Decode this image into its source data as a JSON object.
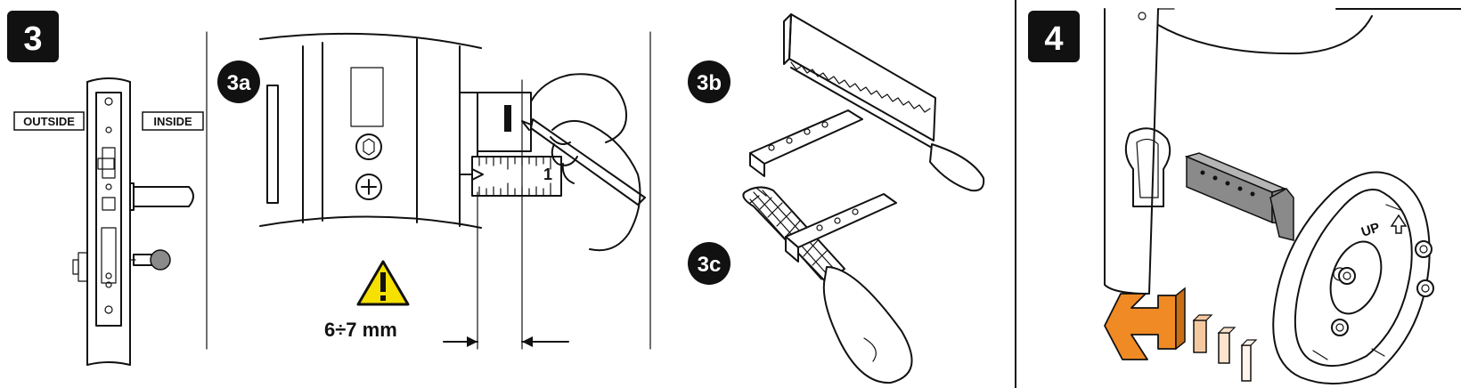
{
  "steps": {
    "step3": {
      "number": "3"
    },
    "step3a": {
      "label": "3a"
    },
    "step3b": {
      "label": "3b"
    },
    "step3c": {
      "label": "3c"
    },
    "step4": {
      "number": "4"
    }
  },
  "labels": {
    "outside": "OUTSIDE",
    "inside": "INSIDE",
    "measurement": "6÷7 mm",
    "ruler_mark": "1",
    "up": "UP"
  },
  "colors": {
    "badge": "#111111",
    "warning": "#f5e000",
    "arrow_orange": "#f08a24",
    "shim_light": "#f5c9a0",
    "shim_lighter": "#fbe3cc",
    "shim_white": "#fff5ec"
  },
  "icons": {
    "warning": "warning-triangle-icon",
    "arrow": "orange-arrow-icon"
  }
}
